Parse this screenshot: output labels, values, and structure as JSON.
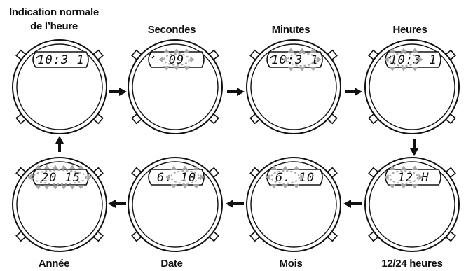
{
  "labels": {
    "normal_line1": "Indication normale",
    "normal_line2": "de l’heure",
    "secondes": "Secondes",
    "minutes": "Minutes",
    "heures": "Heures",
    "annee": "Année",
    "date": "Date",
    "mois": "Mois",
    "mode_1224": "12/24 heures"
  },
  "watches": [
    {
      "id": "normal",
      "lcd": "10:3 1",
      "highlight": "none",
      "indicator": true
    },
    {
      "id": "secondes",
      "lcd": "09",
      "highlight": "seconds",
      "indicator": true
    },
    {
      "id": "minutes",
      "lcd": "10:3 1",
      "highlight": "minutes",
      "indicator": true
    },
    {
      "id": "heures",
      "lcd": "10:3 1",
      "highlight": "hours",
      "indicator": true
    },
    {
      "id": "mode-1224",
      "lcd": "12  H",
      "highlight": "left",
      "indicator": false
    },
    {
      "id": "mois",
      "lcd": "6. 10",
      "highlight": "left",
      "indicator": false
    },
    {
      "id": "date",
      "lcd": "6. 10",
      "highlight": "right",
      "indicator": false
    },
    {
      "id": "annee",
      "lcd": "20 15",
      "highlight": "all",
      "indicator": false
    }
  ],
  "colors": {
    "ink": "#111111",
    "highlight": "#a8a8a8"
  }
}
